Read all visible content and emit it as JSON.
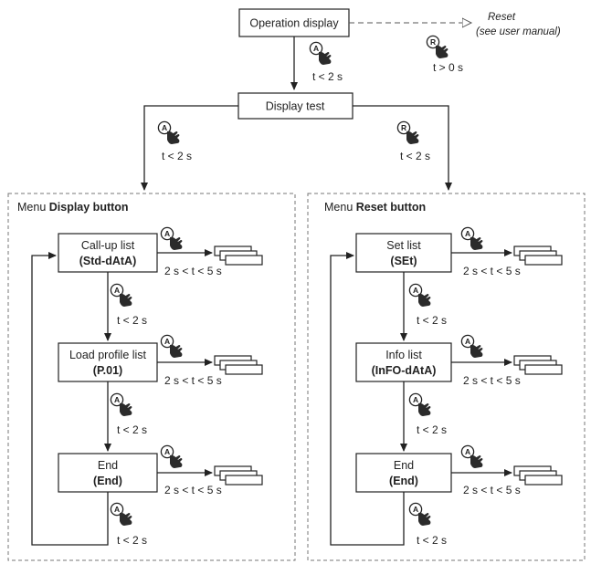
{
  "top": {
    "operation_display": "Operation display",
    "reset_label": "Reset",
    "reset_note": "(see user manual)",
    "reset_button_letter": "R",
    "reset_time": "t > 0 s",
    "a_button_letter": "A",
    "op_to_test_time": "t < 2 s",
    "display_test": "Display test",
    "to_display_menu_time": "t < 2 s",
    "to_reset_menu_time": "t < 2 s"
  },
  "display_menu": {
    "title_prefix": "Menu ",
    "title_bold": "Display button",
    "button_letter": "A",
    "steps": [
      {
        "line1": "Call-up list",
        "line2": "(Std-dAtA)",
        "enter_time": "2 s < t < 5 s",
        "next_time": "t < 2 s"
      },
      {
        "line1": "Load profile list",
        "line2": "(P.01)",
        "enter_time": "2 s < t < 5 s",
        "next_time": "t < 2 s"
      },
      {
        "line1": "End",
        "line2": "(End)",
        "enter_time": "2 s < t < 5 s",
        "next_time": "t < 2 s"
      }
    ]
  },
  "reset_menu": {
    "title_prefix": "Menu ",
    "title_bold": "Reset button",
    "button_letter": "A",
    "steps": [
      {
        "line1": "Set list",
        "line2": "(SEt)",
        "enter_time": "2 s < t < 5 s",
        "next_time": "t < 2 s"
      },
      {
        "line1": "Info list",
        "line2": "(InFO-dAtA)",
        "enter_time": "2 s < t < 5 s",
        "next_time": "t < 2 s"
      },
      {
        "line1": "End",
        "line2": "(End)",
        "enter_time": "2 s < t < 5 s",
        "next_time": "t < 2 s"
      }
    ]
  }
}
